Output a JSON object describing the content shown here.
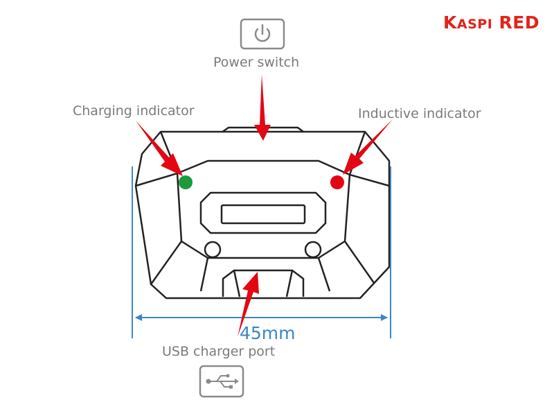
{
  "brand": {
    "initial1": "K",
    "rest1": "ASPI",
    "word2": "RED",
    "color": "#e2231a"
  },
  "labels": {
    "power_switch": "Power switch",
    "charging_indicator": "Charging indicator",
    "inductive_indicator": "Inductive indicator",
    "usb_port": "USB charger port",
    "width": "45mm"
  },
  "colors": {
    "arrow": "#e30613",
    "charging_led": "#1a9a3a",
    "inductive_led": "#e30613",
    "dimension": "#3a86c8",
    "outline": "#222222",
    "icon_border": "#8a8a8a"
  },
  "icons": {
    "power": "power-icon",
    "usb": "usb-icon"
  }
}
